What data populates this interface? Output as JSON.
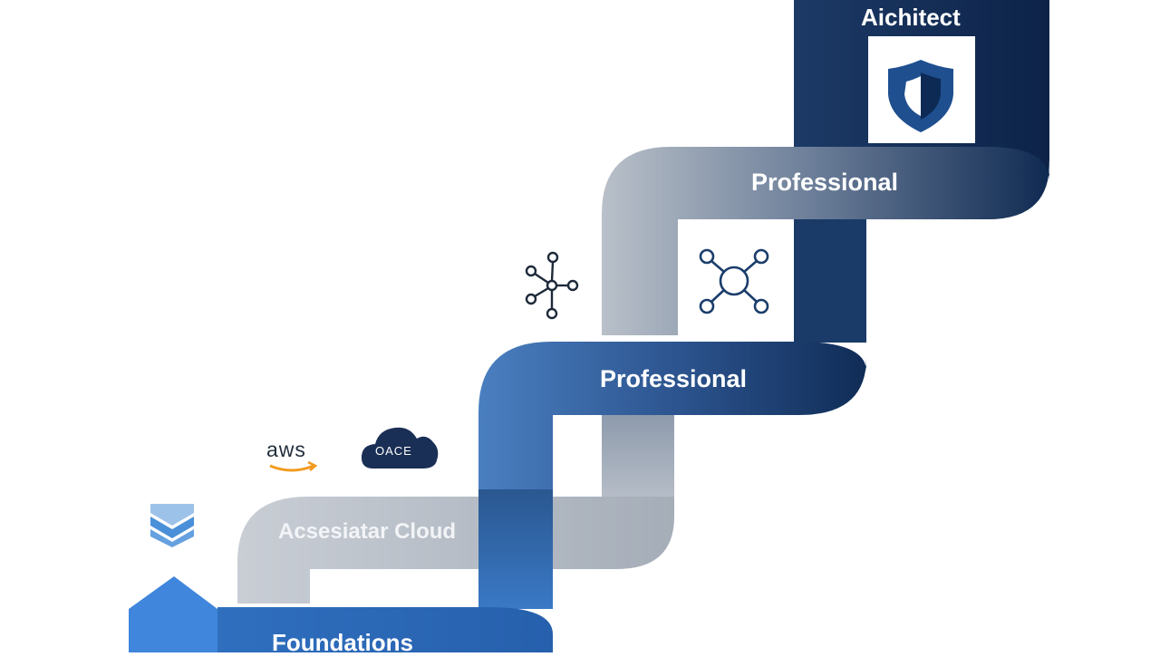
{
  "stages": {
    "architect": "Aichitect",
    "professional_upper": "Professional",
    "professional_lower": "Professional",
    "associate": "Acsesiatar Cloud",
    "foundations": "Foundations"
  },
  "logos": {
    "aws_text": "aws",
    "cloud_text": "OACE"
  },
  "icons": [
    "shield-icon",
    "network-icon",
    "molecule-icon",
    "stack-layers-icon",
    "aws-logo",
    "cloud-logo",
    "up-arrow-icon"
  ],
  "colors": {
    "navy": "#0e2a52",
    "mid_blue": "#2f5f9c",
    "bright_blue": "#3a7ed3",
    "grey": "#a9b1bd",
    "light_grey": "#c8ced6"
  }
}
